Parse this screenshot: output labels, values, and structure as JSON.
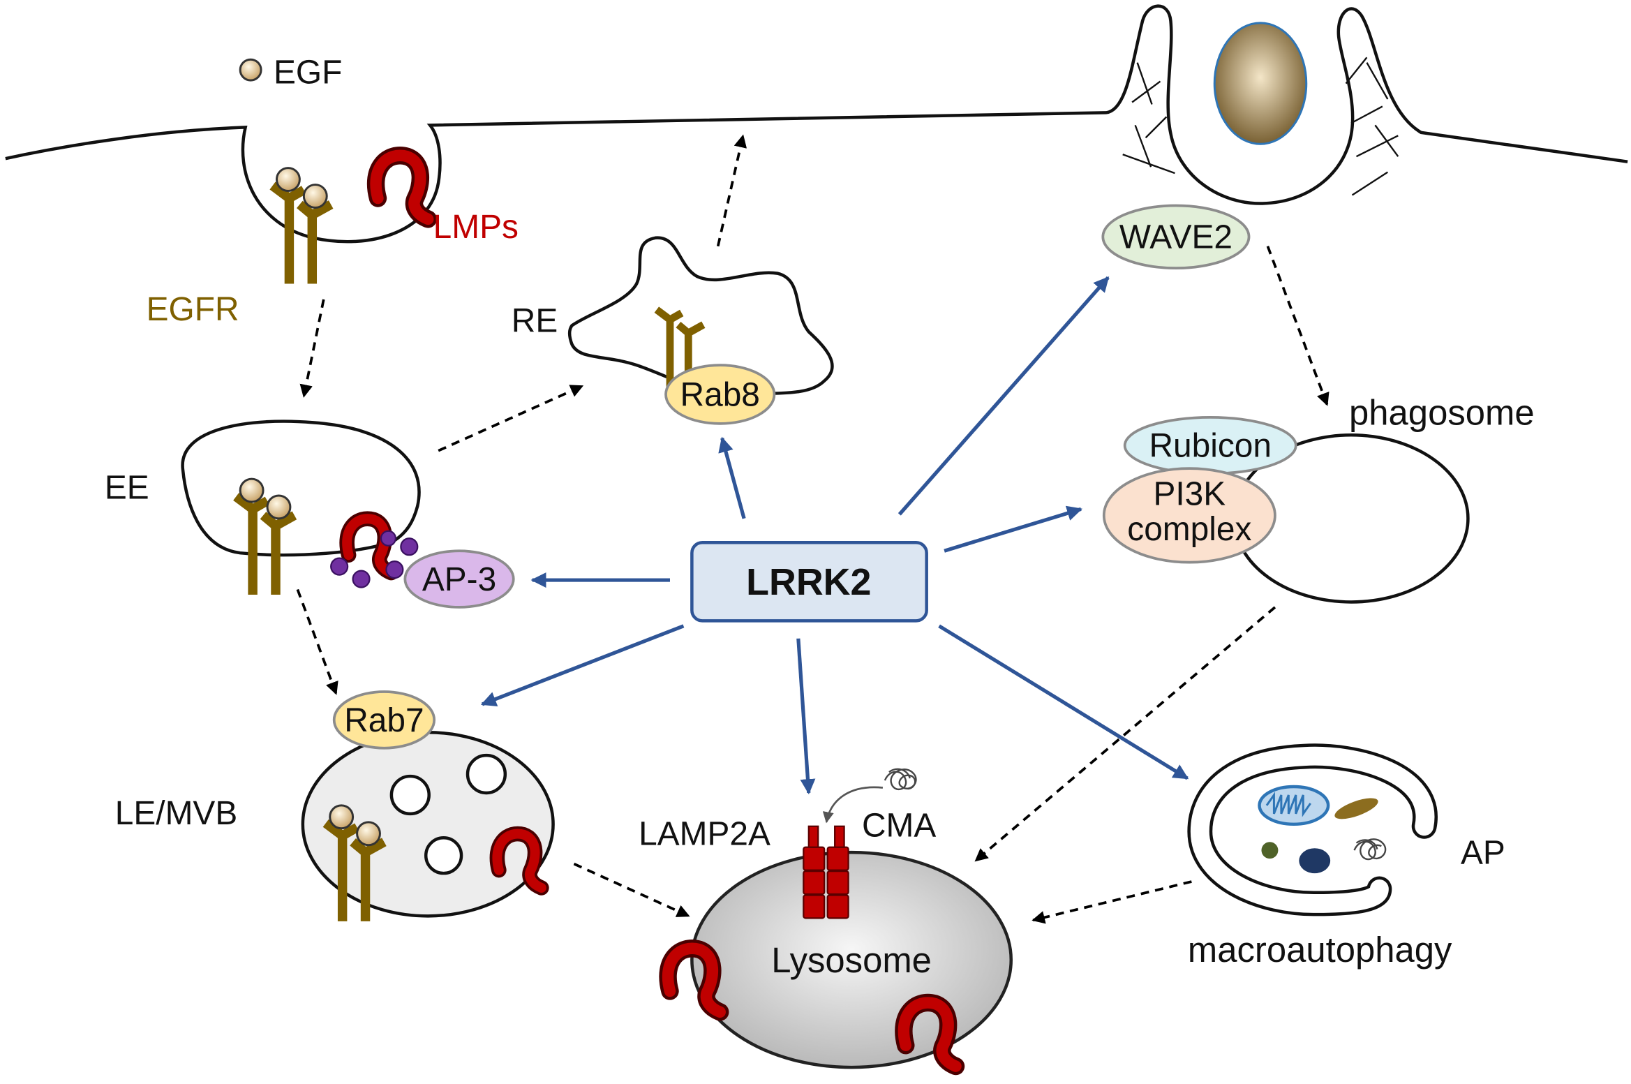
{
  "ligand_legend": {
    "label": "EGF"
  },
  "plasma_membrane_pit": {
    "receptor_label": "EGFR",
    "cargo_label": "LMPs"
  },
  "recycling_endosome": {
    "label": "RE",
    "marker": "Rab8"
  },
  "early_endosome": {
    "label": "EE",
    "adaptor": "AP-3"
  },
  "kinase": {
    "label": "LRRK2"
  },
  "late_endosome": {
    "label": "LE/MVB",
    "marker": "Rab7"
  },
  "lysosome": {
    "label": "Lysosome",
    "receptor": "LAMP2A",
    "pathway": "CMA"
  },
  "phagocytosis": {
    "regulator": "WAVE2"
  },
  "phagosome": {
    "label": "phagosome",
    "rubicon": "Rubicon",
    "pi3k_complex": [
      "PI3K",
      "complex"
    ]
  },
  "autophagosome": {
    "label": "AP",
    "pathway": "macroautophagy"
  },
  "colors": {
    "regulation_arrow": "#2f5597",
    "lmp": "#c00000",
    "egfr": "#7f6000",
    "kinase_fill": "#dce6f2"
  }
}
